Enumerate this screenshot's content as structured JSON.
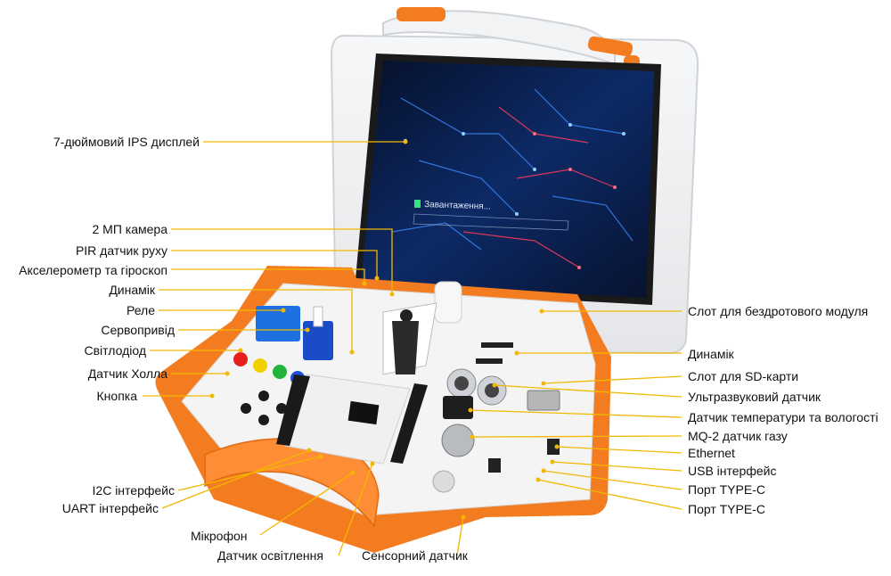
{
  "screen": {
    "loading_text": "Завантаження..."
  },
  "labels_left": [
    "7-дюймовий IPS дисплей",
    "2 МП камера",
    "PIR датчик руху",
    "Акселерометр та гіроскоп",
    "Динамік",
    "Реле",
    "Сервопривід",
    "Світлодіод",
    "Датчик Холла",
    "Кнопка",
    "I2C інтерфейс",
    "UART інтерфейс"
  ],
  "labels_right": [
    "Слот для бездротового модуля",
    "Динамік",
    "Слот для SD-карти",
    "Ультразвуковий датчик",
    "Датчик температури та вологості",
    "MQ-2 датчик газу",
    "Ethernet",
    "USB інтерфейс",
    "Порт TYPE-C",
    "Порт TYPE-C"
  ],
  "labels_bottom": [
    "Мікрофон",
    "Датчик освітлення",
    "Сенсорний датчик"
  ],
  "colors": {
    "case_orange": "#f47c20",
    "leader_line": "#f2b800",
    "case_clear": "#eef0f2",
    "board": "#f4f4f4",
    "screen_bg": "#0a1a3a"
  }
}
